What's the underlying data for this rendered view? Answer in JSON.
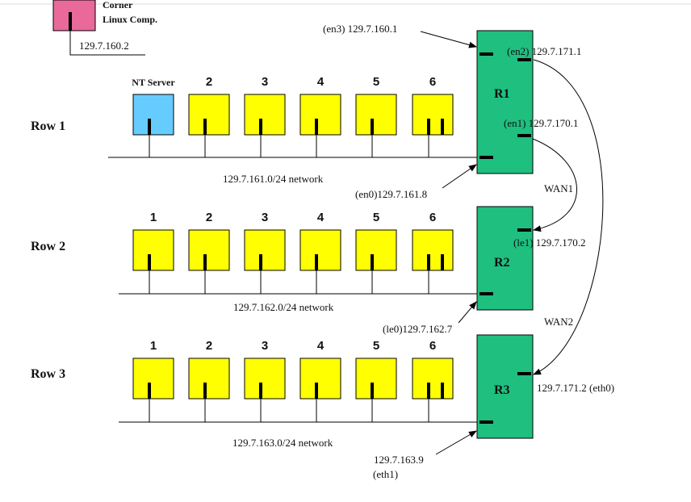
{
  "corner": {
    "title_line1": "Corner",
    "title_line2": "Linux Comp.",
    "ip": "129.7.160.2",
    "color": "#e8699a"
  },
  "rows": [
    {
      "label": "Row 1",
      "network": "129.7.161.0/24 network",
      "hosts": [
        {
          "label": "NT Server",
          "color": "#66ccff",
          "ports": 1
        },
        {
          "label": "2",
          "color": "#ffff00",
          "ports": 1
        },
        {
          "label": "3",
          "color": "#ffff00",
          "ports": 1
        },
        {
          "label": "4",
          "color": "#ffff00",
          "ports": 1
        },
        {
          "label": "5",
          "color": "#ffff00",
          "ports": 1
        },
        {
          "label": "6",
          "color": "#ffff00",
          "ports": 2
        }
      ]
    },
    {
      "label": "Row 2",
      "network": "129.7.162.0/24 network",
      "hosts": [
        {
          "label": "1",
          "color": "#ffff00",
          "ports": 1
        },
        {
          "label": "2",
          "color": "#ffff00",
          "ports": 1
        },
        {
          "label": "3",
          "color": "#ffff00",
          "ports": 1
        },
        {
          "label": "4",
          "color": "#ffff00",
          "ports": 1
        },
        {
          "label": "5",
          "color": "#ffff00",
          "ports": 1
        },
        {
          "label": "6",
          "color": "#ffff00",
          "ports": 2
        }
      ]
    },
    {
      "label": "Row 3",
      "network": "129.7.163.0/24 network",
      "hosts": [
        {
          "label": "1",
          "color": "#ffff00",
          "ports": 1
        },
        {
          "label": "2",
          "color": "#ffff00",
          "ports": 1
        },
        {
          "label": "3",
          "color": "#ffff00",
          "ports": 1
        },
        {
          "label": "4",
          "color": "#ffff00",
          "ports": 1
        },
        {
          "label": "5",
          "color": "#ffff00",
          "ports": 1
        },
        {
          "label": "6",
          "color": "#ffff00",
          "ports": 2
        }
      ]
    }
  ],
  "routers": {
    "color": "#1fbf7f",
    "r1": {
      "label": "R1",
      "en3": "(en3) 129.7.160.1",
      "en2": "(en2) 129.7.171.1",
      "en1": "(en1) 129.7.170.1",
      "en0": "(en0)129.7.161.8"
    },
    "r2": {
      "label": "R2",
      "le1": "(le1) 129.7.170.2",
      "le0": "(le0)129.7.162.7"
    },
    "r3": {
      "label": "R3",
      "eth0": "129.7.171.2 (eth0)",
      "eth1_ip": "129.7.163.9",
      "eth1_name": "(eth1)"
    }
  },
  "links": {
    "wan1": "WAN1",
    "wan2": "WAN2"
  }
}
